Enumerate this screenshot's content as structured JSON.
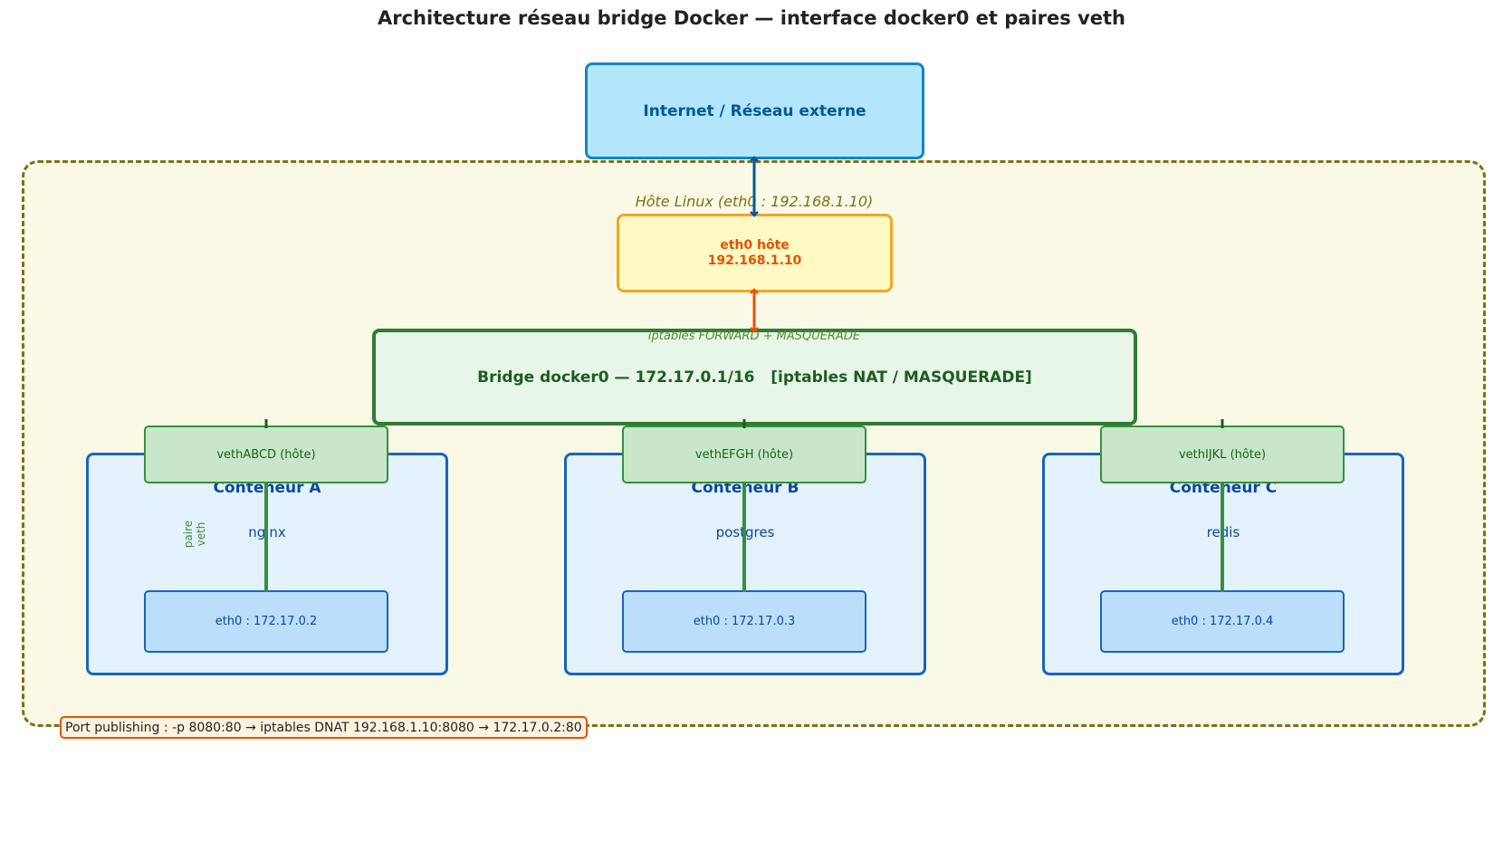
{
  "title": "Architecture réseau bridge Docker — interface docker0 et paires veth",
  "internet": {
    "label": "Internet / Réseau externe"
  },
  "host": {
    "label": "Hôte Linux (eth0 : 192.168.1.10)"
  },
  "eth0_host": {
    "line1": "eth0 hôte",
    "line2": "192.168.1.10"
  },
  "forward_label": "iptables FORWARD + MASQUERADE",
  "bridge": {
    "label": "Bridge docker0 — 172.17.0.1/16   [iptables NAT / MASQUERADE]"
  },
  "pair_label": "paire veth",
  "containers": [
    {
      "title": "Conteneur A",
      "app": "nginx",
      "veth": "vethABCD (hôte)",
      "eth0": "eth0 : 172.17.0.2"
    },
    {
      "title": "Conteneur B",
      "app": "postgres",
      "veth": "vethEFGH (hôte)",
      "eth0": "eth0 : 172.17.0.3"
    },
    {
      "title": "Conteneur C",
      "app": "redis",
      "veth": "vethIJKL (hôte)",
      "eth0": "eth0 : 172.17.0.4"
    }
  ],
  "port_note": "Port publishing : -p 8080:80 → iptables DNAT 192.168.1.10:8080 → 172.17.0.2:80",
  "colors": {
    "host_border": "#7d7214",
    "internet_border": "#1185c8",
    "eth0_host_border": "#f5a623",
    "bridge_border": "#2e7d32",
    "container_border": "#1565c0",
    "veth_link": "#388e3c",
    "internet_arrow": "#01579b",
    "eth0_arrow": "#e65100"
  }
}
